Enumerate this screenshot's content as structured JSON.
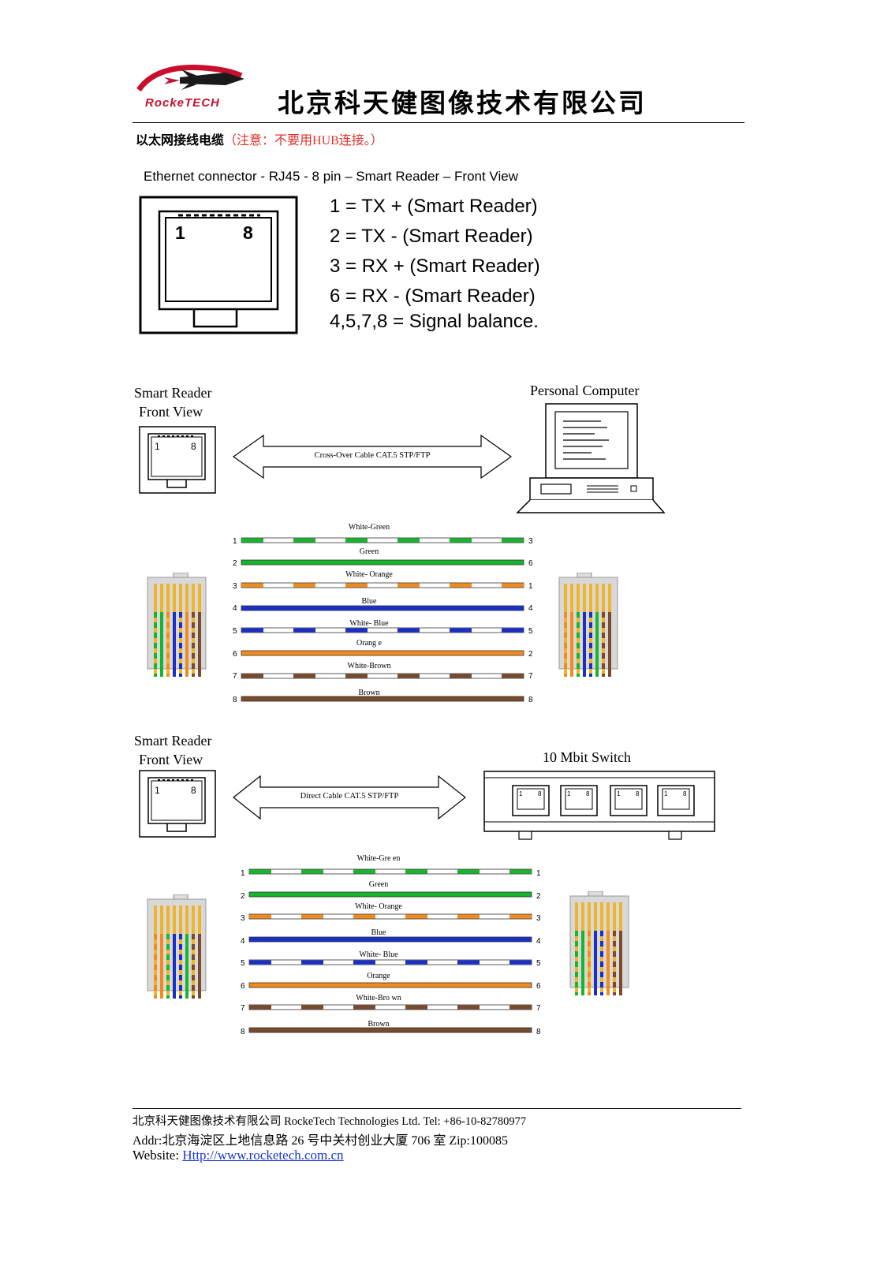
{
  "header": {
    "logo_text": "RockeTECH",
    "company_name": "北京科天健图像技术有限公司"
  },
  "subtitle": {
    "bold": "以太网接线电缆",
    "note": "（注意：不要用HUB连接。）"
  },
  "connector": {
    "title": "Ethernet connector -  RJ45 - 8 pin – Smart Reader – Front View",
    "pin_left": "1",
    "pin_right": "8",
    "pins": [
      "1 = TX + (Smart Reader)",
      "2 = TX  - (Smart Reader)",
      "3 = RX + (Smart Reader)",
      "6 = RX  - (Smart Reader)",
      "4,5,7,8 = Signal balance."
    ]
  },
  "crossover": {
    "left_label_1": "Smart Reader",
    "left_label_2": "Front View",
    "right_label": "Personal Computer",
    "cable_label": "Cross-Over Cable CAT.5 STP/FTP",
    "wires": [
      {
        "name": "White-Green",
        "left": "1",
        "right": "3"
      },
      {
        "name": "Green",
        "left": "2",
        "right": "6"
      },
      {
        "name": "White- Orange",
        "left": "3",
        "right": "1"
      },
      {
        "name": "Blue",
        "left": "4",
        "right": "4"
      },
      {
        "name": "White- Blue",
        "left": "5",
        "right": "5"
      },
      {
        "name": "Orang e",
        "left": "6",
        "right": "2"
      },
      {
        "name": "White-Brown",
        "left": "7",
        "right": "7"
      },
      {
        "name": "Brown",
        "left": "8",
        "right": "8"
      }
    ]
  },
  "direct": {
    "left_label_1": "Smart Reader",
    "left_label_2": "Front View",
    "right_label": "10 Mbit Switch",
    "cable_label": "Direct Cable CAT.5 STP/FTP",
    "wires": [
      {
        "name": "White-Gre en",
        "left": "1",
        "right": "1"
      },
      {
        "name": "Green",
        "left": "2",
        "right": "2"
      },
      {
        "name": "White- Orange",
        "left": "3",
        "right": "3"
      },
      {
        "name": "Blue",
        "left": "4",
        "right": "4"
      },
      {
        "name": "White- Blue",
        "left": "5",
        "right": "5"
      },
      {
        "name": "Orange",
        "left": "6",
        "right": "6"
      },
      {
        "name": "White-Bro wn",
        "left": "7",
        "right": "7"
      },
      {
        "name": "Brown",
        "left": "8",
        "right": "8"
      }
    ]
  },
  "footer": {
    "line1": "北京科天健图像技术有限公司  RockeTech Technologies Ltd.     Tel: +86-10-82780977",
    "line2": "Addr:北京海淀区上地信息路 26 号中关村创业大厦 706 室  Zip:100085",
    "website_label": "Website: ",
    "website_url": "Http://www.rocketech.com.cn"
  },
  "colors": {
    "green": "#16b52c",
    "orange": "#f28a1c",
    "blue": "#1a2fc9",
    "brown": "#7a4a2c",
    "logo_red": "#c8102e",
    "note_red": "#e0302a",
    "link_blue": "#1a36d1"
  }
}
